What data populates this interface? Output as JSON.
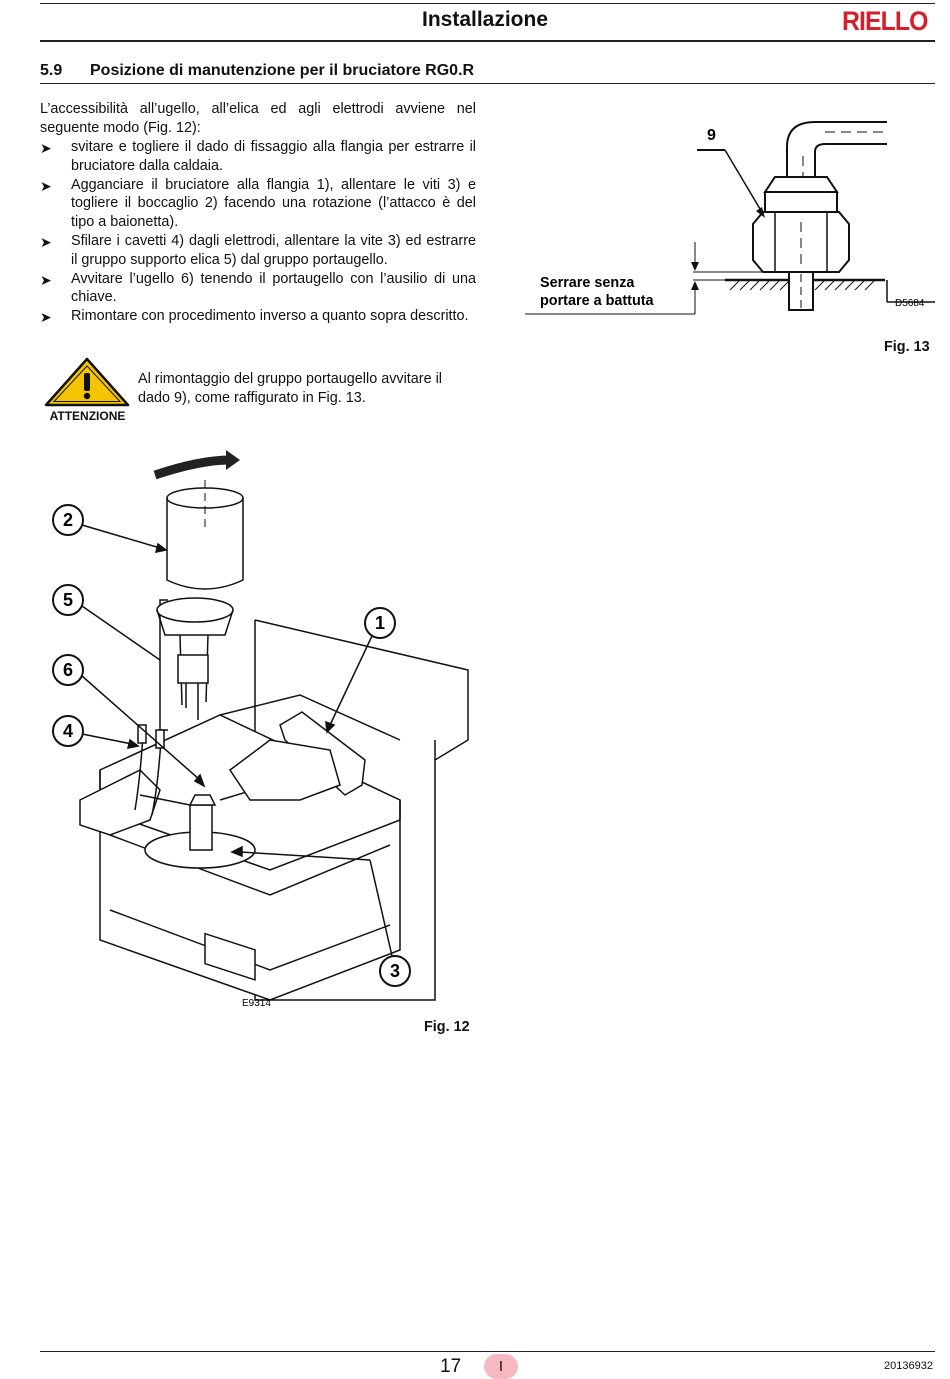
{
  "header": {
    "title": "Installazione",
    "brand": "RIELLO"
  },
  "section": {
    "number": "5.9",
    "title": "Posizione di manutenzione per il bruciatore RG0.R"
  },
  "intro": "L’accessibilità all’ugello, all’elica ed agli elettrodi avviene nel seguente modo (Fig. 12):",
  "steps": [
    "svitare e togliere il dado di fissaggio alla flangia per estrarre il bruciatore dalla caldaia.",
    "Agganciare il bruciatore alla flangia 1), allentare le viti 3) e togliere il boccaglio 2) facendo una rotazione (l’attacco è del tipo a baionetta).",
    "Sfilare i cavetti 4) dagli elettrodi, allentare la vite 3) ed estrarre il gruppo supporto elica 5) dal gruppo portaugello.",
    "Avvitare l’ugello 6) tenendo il portaugello con l’ausilio di una chiave.",
    "Rimontare con procedimento inverso a quanto sopra descritto."
  ],
  "warning": {
    "label": "ATTENZIONE",
    "text": "Al rimontaggio del gruppo portaugello avvitare il dado 9), come raffigurato in Fig. 13."
  },
  "fig13": {
    "callout": "9",
    "note_line1": "Serrare senza",
    "note_line2": "portare a battuta",
    "code": "D5684",
    "caption": "Fig. 13"
  },
  "fig12": {
    "callouts": [
      "2",
      "5",
      "6",
      "4",
      "1",
      "3"
    ],
    "code": "E9314",
    "caption": "Fig. 12"
  },
  "footer": {
    "page": "17",
    "lang": "I",
    "doc_code": "20136932"
  }
}
